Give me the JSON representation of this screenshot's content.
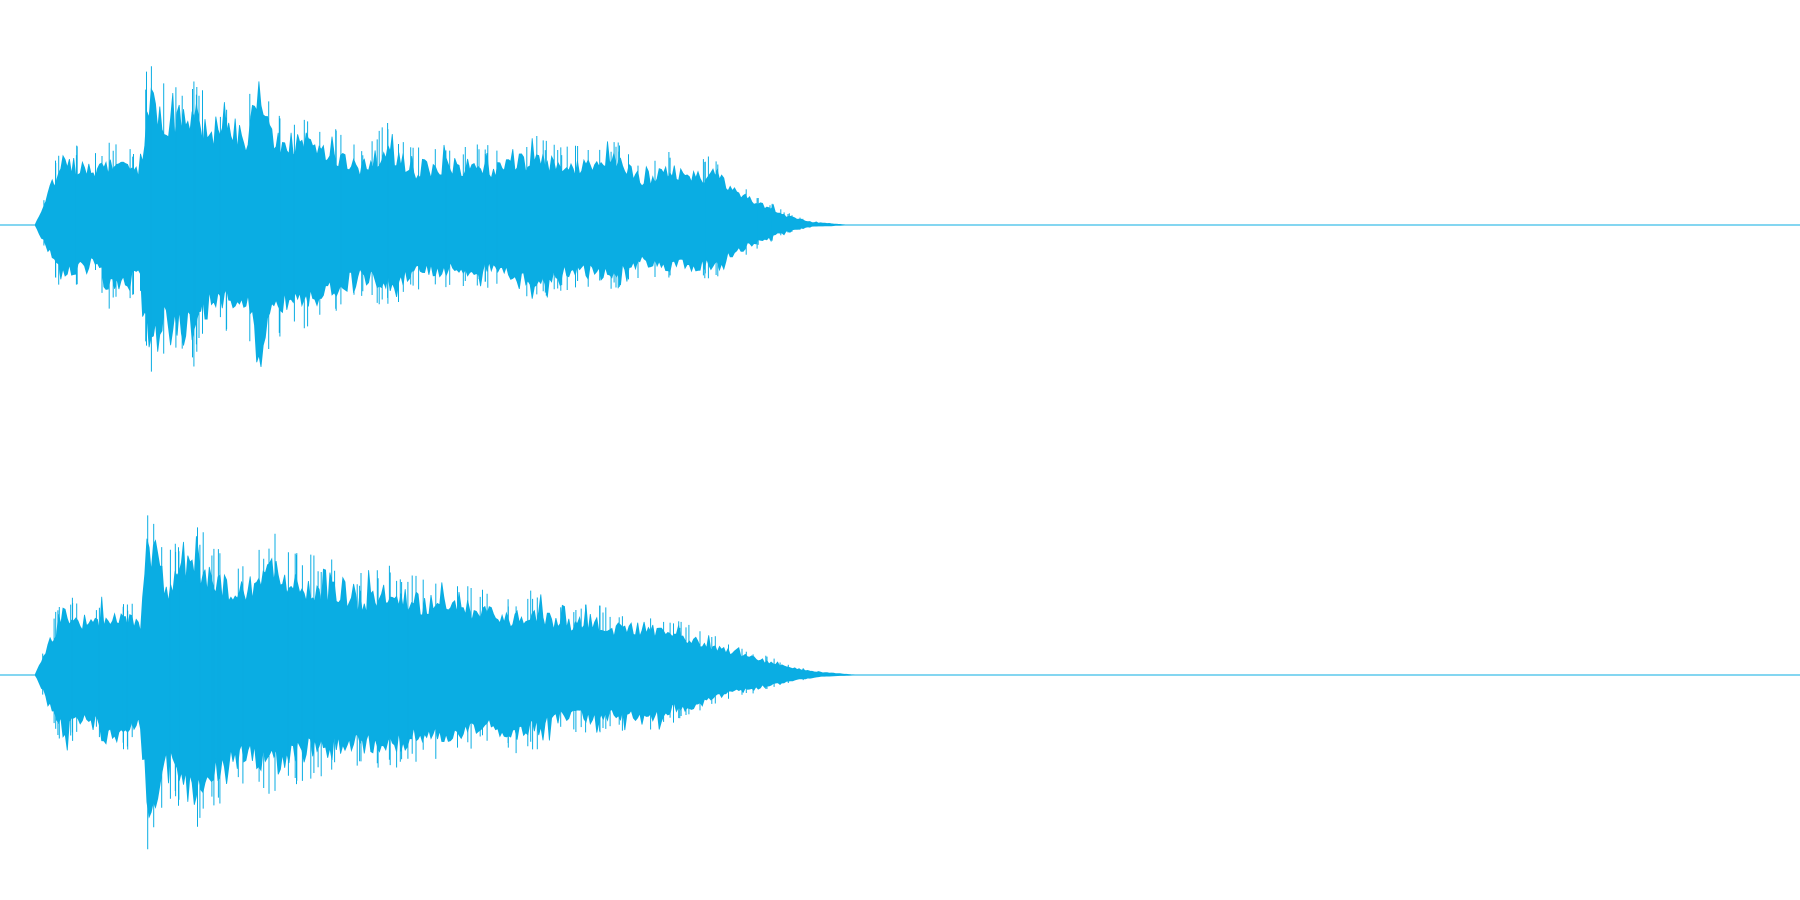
{
  "waveform": {
    "color": "#0aade3",
    "background": "#ffffff",
    "channels": [
      {
        "name": "",
        "envelope": [
          [
            0.0,
            0.0,
            0.0
          ],
          [
            0.017,
            0.52,
            0.41
          ],
          [
            0.02,
            0.45,
            0.34
          ],
          [
            0.035,
            0.38,
            0.25
          ],
          [
            0.04,
            0.45,
            0.46
          ],
          [
            0.06,
            0.39,
            0.38
          ],
          [
            0.064,
            0.93,
            0.84
          ],
          [
            0.075,
            0.72,
            0.68
          ],
          [
            0.09,
            0.82,
            0.76
          ],
          [
            0.1,
            0.64,
            0.55
          ],
          [
            0.12,
            0.66,
            0.58
          ],
          [
            0.127,
            0.98,
            0.99
          ],
          [
            0.135,
            0.62,
            0.6
          ],
          [
            0.15,
            0.62,
            0.57
          ],
          [
            0.17,
            0.53,
            0.48
          ],
          [
            0.185,
            0.42,
            0.38
          ],
          [
            0.2,
            0.55,
            0.45
          ],
          [
            0.215,
            0.41,
            0.35
          ],
          [
            0.24,
            0.44,
            0.33
          ],
          [
            0.265,
            0.42,
            0.34
          ],
          [
            0.28,
            0.49,
            0.45
          ],
          [
            0.3,
            0.43,
            0.35
          ],
          [
            0.32,
            0.42,
            0.33
          ],
          [
            0.33,
            0.46,
            0.36
          ],
          [
            0.345,
            0.34,
            0.27
          ],
          [
            0.36,
            0.4,
            0.31
          ],
          [
            0.375,
            0.35,
            0.3
          ],
          [
            0.385,
            0.4,
            0.3
          ],
          [
            0.395,
            0.27,
            0.21
          ],
          [
            0.41,
            0.16,
            0.12
          ],
          [
            0.425,
            0.07,
            0.05
          ],
          [
            0.44,
            0.02,
            0.01
          ],
          [
            0.46,
            0.0,
            0.0
          ],
          [
            1.0,
            0.0,
            0.0
          ]
        ]
      },
      {
        "name": "",
        "envelope": [
          [
            0.0,
            0.0,
            0.0
          ],
          [
            0.017,
            0.49,
            0.44
          ],
          [
            0.02,
            0.43,
            0.36
          ],
          [
            0.035,
            0.37,
            0.32
          ],
          [
            0.04,
            0.45,
            0.46
          ],
          [
            0.06,
            0.37,
            0.36
          ],
          [
            0.064,
            0.99,
            1.02
          ],
          [
            0.075,
            0.65,
            0.63
          ],
          [
            0.09,
            0.85,
            0.92
          ],
          [
            0.1,
            0.7,
            0.73
          ],
          [
            0.12,
            0.6,
            0.58
          ],
          [
            0.135,
            0.77,
            0.67
          ],
          [
            0.15,
            0.66,
            0.58
          ],
          [
            0.17,
            0.61,
            0.53
          ],
          [
            0.185,
            0.55,
            0.48
          ],
          [
            0.2,
            0.6,
            0.53
          ],
          [
            0.215,
            0.55,
            0.47
          ],
          [
            0.24,
            0.51,
            0.43
          ],
          [
            0.255,
            0.46,
            0.36
          ],
          [
            0.27,
            0.42,
            0.42
          ],
          [
            0.285,
            0.46,
            0.4
          ],
          [
            0.3,
            0.37,
            0.3
          ],
          [
            0.315,
            0.39,
            0.32
          ],
          [
            0.33,
            0.34,
            0.3
          ],
          [
            0.345,
            0.35,
            0.34
          ],
          [
            0.36,
            0.3,
            0.26
          ],
          [
            0.375,
            0.26,
            0.22
          ],
          [
            0.385,
            0.21,
            0.17
          ],
          [
            0.4,
            0.15,
            0.12
          ],
          [
            0.415,
            0.1,
            0.08
          ],
          [
            0.43,
            0.05,
            0.04
          ],
          [
            0.445,
            0.02,
            0.01
          ],
          [
            0.465,
            0.0,
            0.0
          ],
          [
            1.0,
            0.0,
            0.0
          ]
        ]
      }
    ]
  }
}
